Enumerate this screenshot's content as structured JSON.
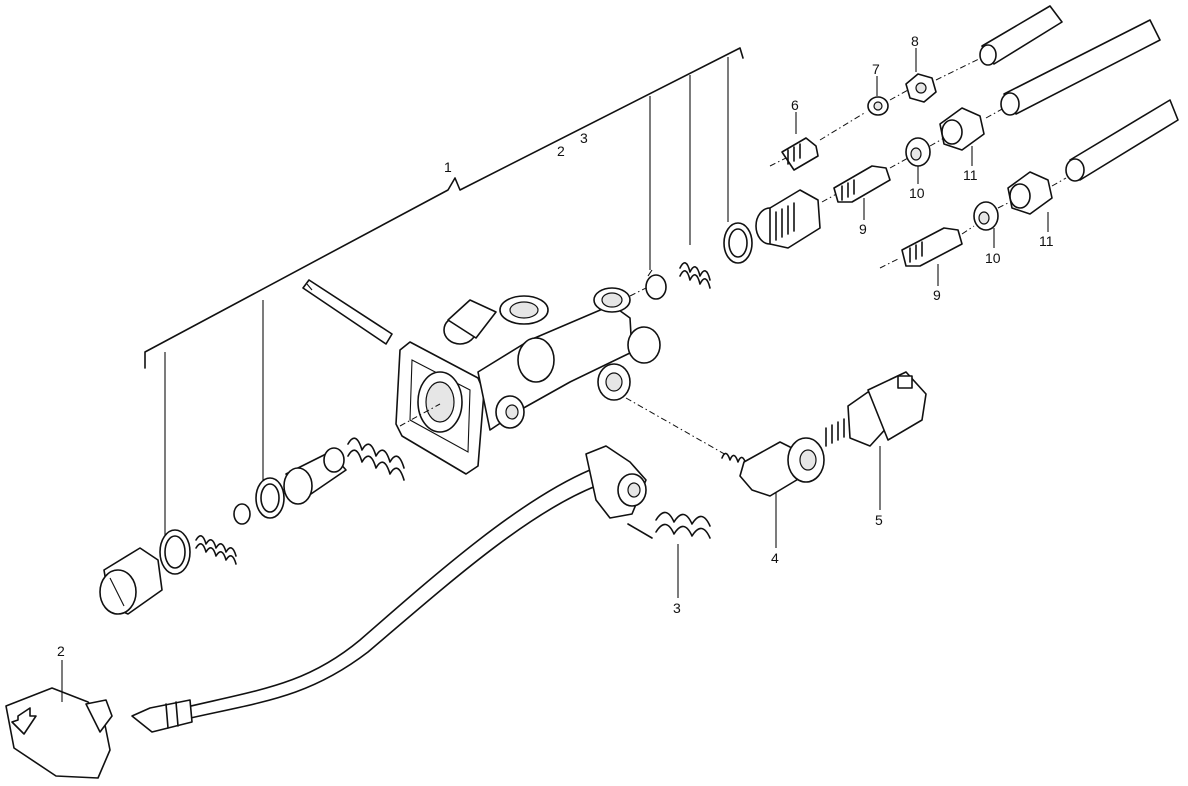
{
  "diagram": {
    "labels": {
      "l1": "1",
      "l2_top": "2",
      "l3_top": "3",
      "l2": "2",
      "l3": "3",
      "l4": "4",
      "l5": "5",
      "l6": "6",
      "l7": "7",
      "l8": "8",
      "l9_a": "9",
      "l9_b": "9",
      "l10_a": "10",
      "l10_b": "10",
      "l11_a": "11",
      "l11_b": "11"
    },
    "icons": {
      "knob_symbol": "arrow-down-icon"
    }
  }
}
